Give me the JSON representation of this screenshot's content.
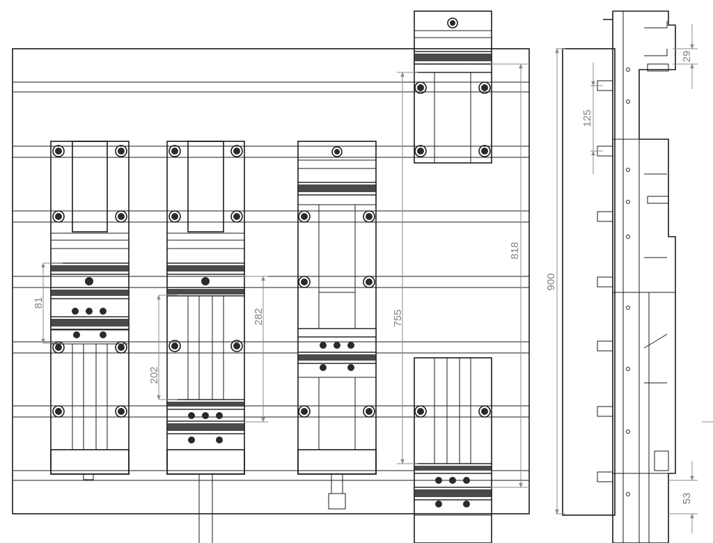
{
  "drawing": {
    "type": "technical-drawing",
    "view": "front-and-side",
    "line_color": "#1a1a1a",
    "dimension_color": "#808080"
  },
  "dimensions": {
    "d81": "81",
    "d202": "202",
    "d282": "282",
    "d755": "755",
    "d818": "818",
    "d900": "900",
    "d125": "125",
    "d29": "29",
    "d53": "53"
  }
}
